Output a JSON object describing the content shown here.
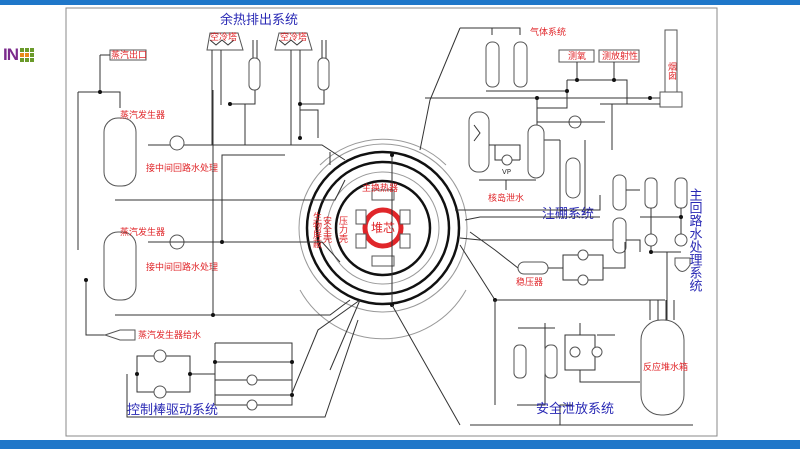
{
  "logo": {
    "text": "IN"
  },
  "colors": {
    "accent": "#1f77c9",
    "label_red": "#e0262a",
    "label_blue": "#2a2ab5",
    "logo_purple": "#7b2a8c"
  },
  "systems": {
    "residual_heat": "余热排出系统",
    "boron_injection": "注硼系统",
    "main_loop_water": "主回路水处理系统",
    "rod_drive": "控制棒驱动系统",
    "safety_discharge": "安全泄放系统"
  },
  "labels": {
    "air_cooler_1": "空冷塔",
    "air_cooler_2": "空冷塔",
    "steam_out": "蒸汽出口",
    "sg_1": "蒸汽发生器",
    "sg_2": "蒸汽发生器",
    "intermediate_1": "接中间回路水处理",
    "intermediate_2": "接中间回路水处理",
    "sg_feedwater": "蒸汽发生器给水",
    "gas_system": "气体系统",
    "oxygen": "测氧",
    "radioactivity": "测放射性",
    "chimney": "烟囱",
    "drain": "核岛泄水",
    "pressurizer": "稳压器",
    "reactor_tank": "反应堆水箱",
    "pump_vp": "VP"
  },
  "core": {
    "core": "堆芯",
    "main_hx": "主换热器",
    "bio_shield": "生物屏蔽",
    "containment": "安全壳",
    "pressure_vessel": "压力壳"
  }
}
